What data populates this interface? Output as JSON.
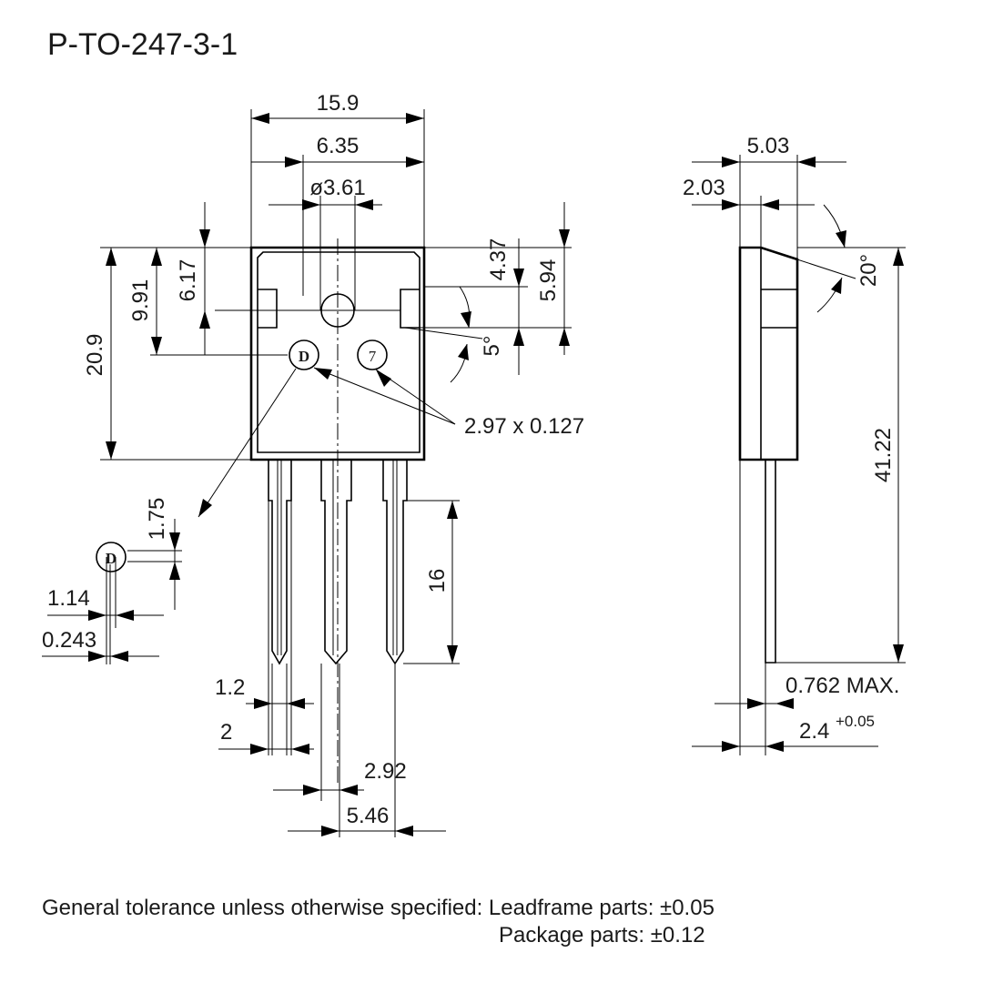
{
  "title": "P-TO-247-3-1",
  "dimensions": {
    "overall_width": "15.9",
    "hole_offset": "6.35",
    "hole_diameter": "ø3.61",
    "height_20_9": "20.9",
    "height_9_91": "9.91",
    "height_6_17": "6.17",
    "dim_4_37": "4.37",
    "dim_5_94": "5.94",
    "angle_5": "5°",
    "mark_callout": "2.97 x 0.127",
    "mark_1_75": "1.75",
    "mark_1_14": "1.14",
    "mark_0_243": "0.243",
    "lead_length": "16",
    "lead_width_1_2": "1.2",
    "lead_width_2": "2",
    "lead_2_92": "2.92",
    "pitch": "5.46",
    "side_5_03": "5.03",
    "side_2_03": "2.03",
    "side_angle_20": "20°",
    "side_41_22": "41.22",
    "side_0_762": "0.762 MAX.",
    "side_2_4": "2.4",
    "side_2_4_tol": "+0.05"
  },
  "markers": {
    "d_letter": "D",
    "seven": "7"
  },
  "tolerance": {
    "line1": "General tolerance unless otherwise specified: Leadframe parts: ±0.05",
    "line2": "Package parts: ±0.12"
  }
}
